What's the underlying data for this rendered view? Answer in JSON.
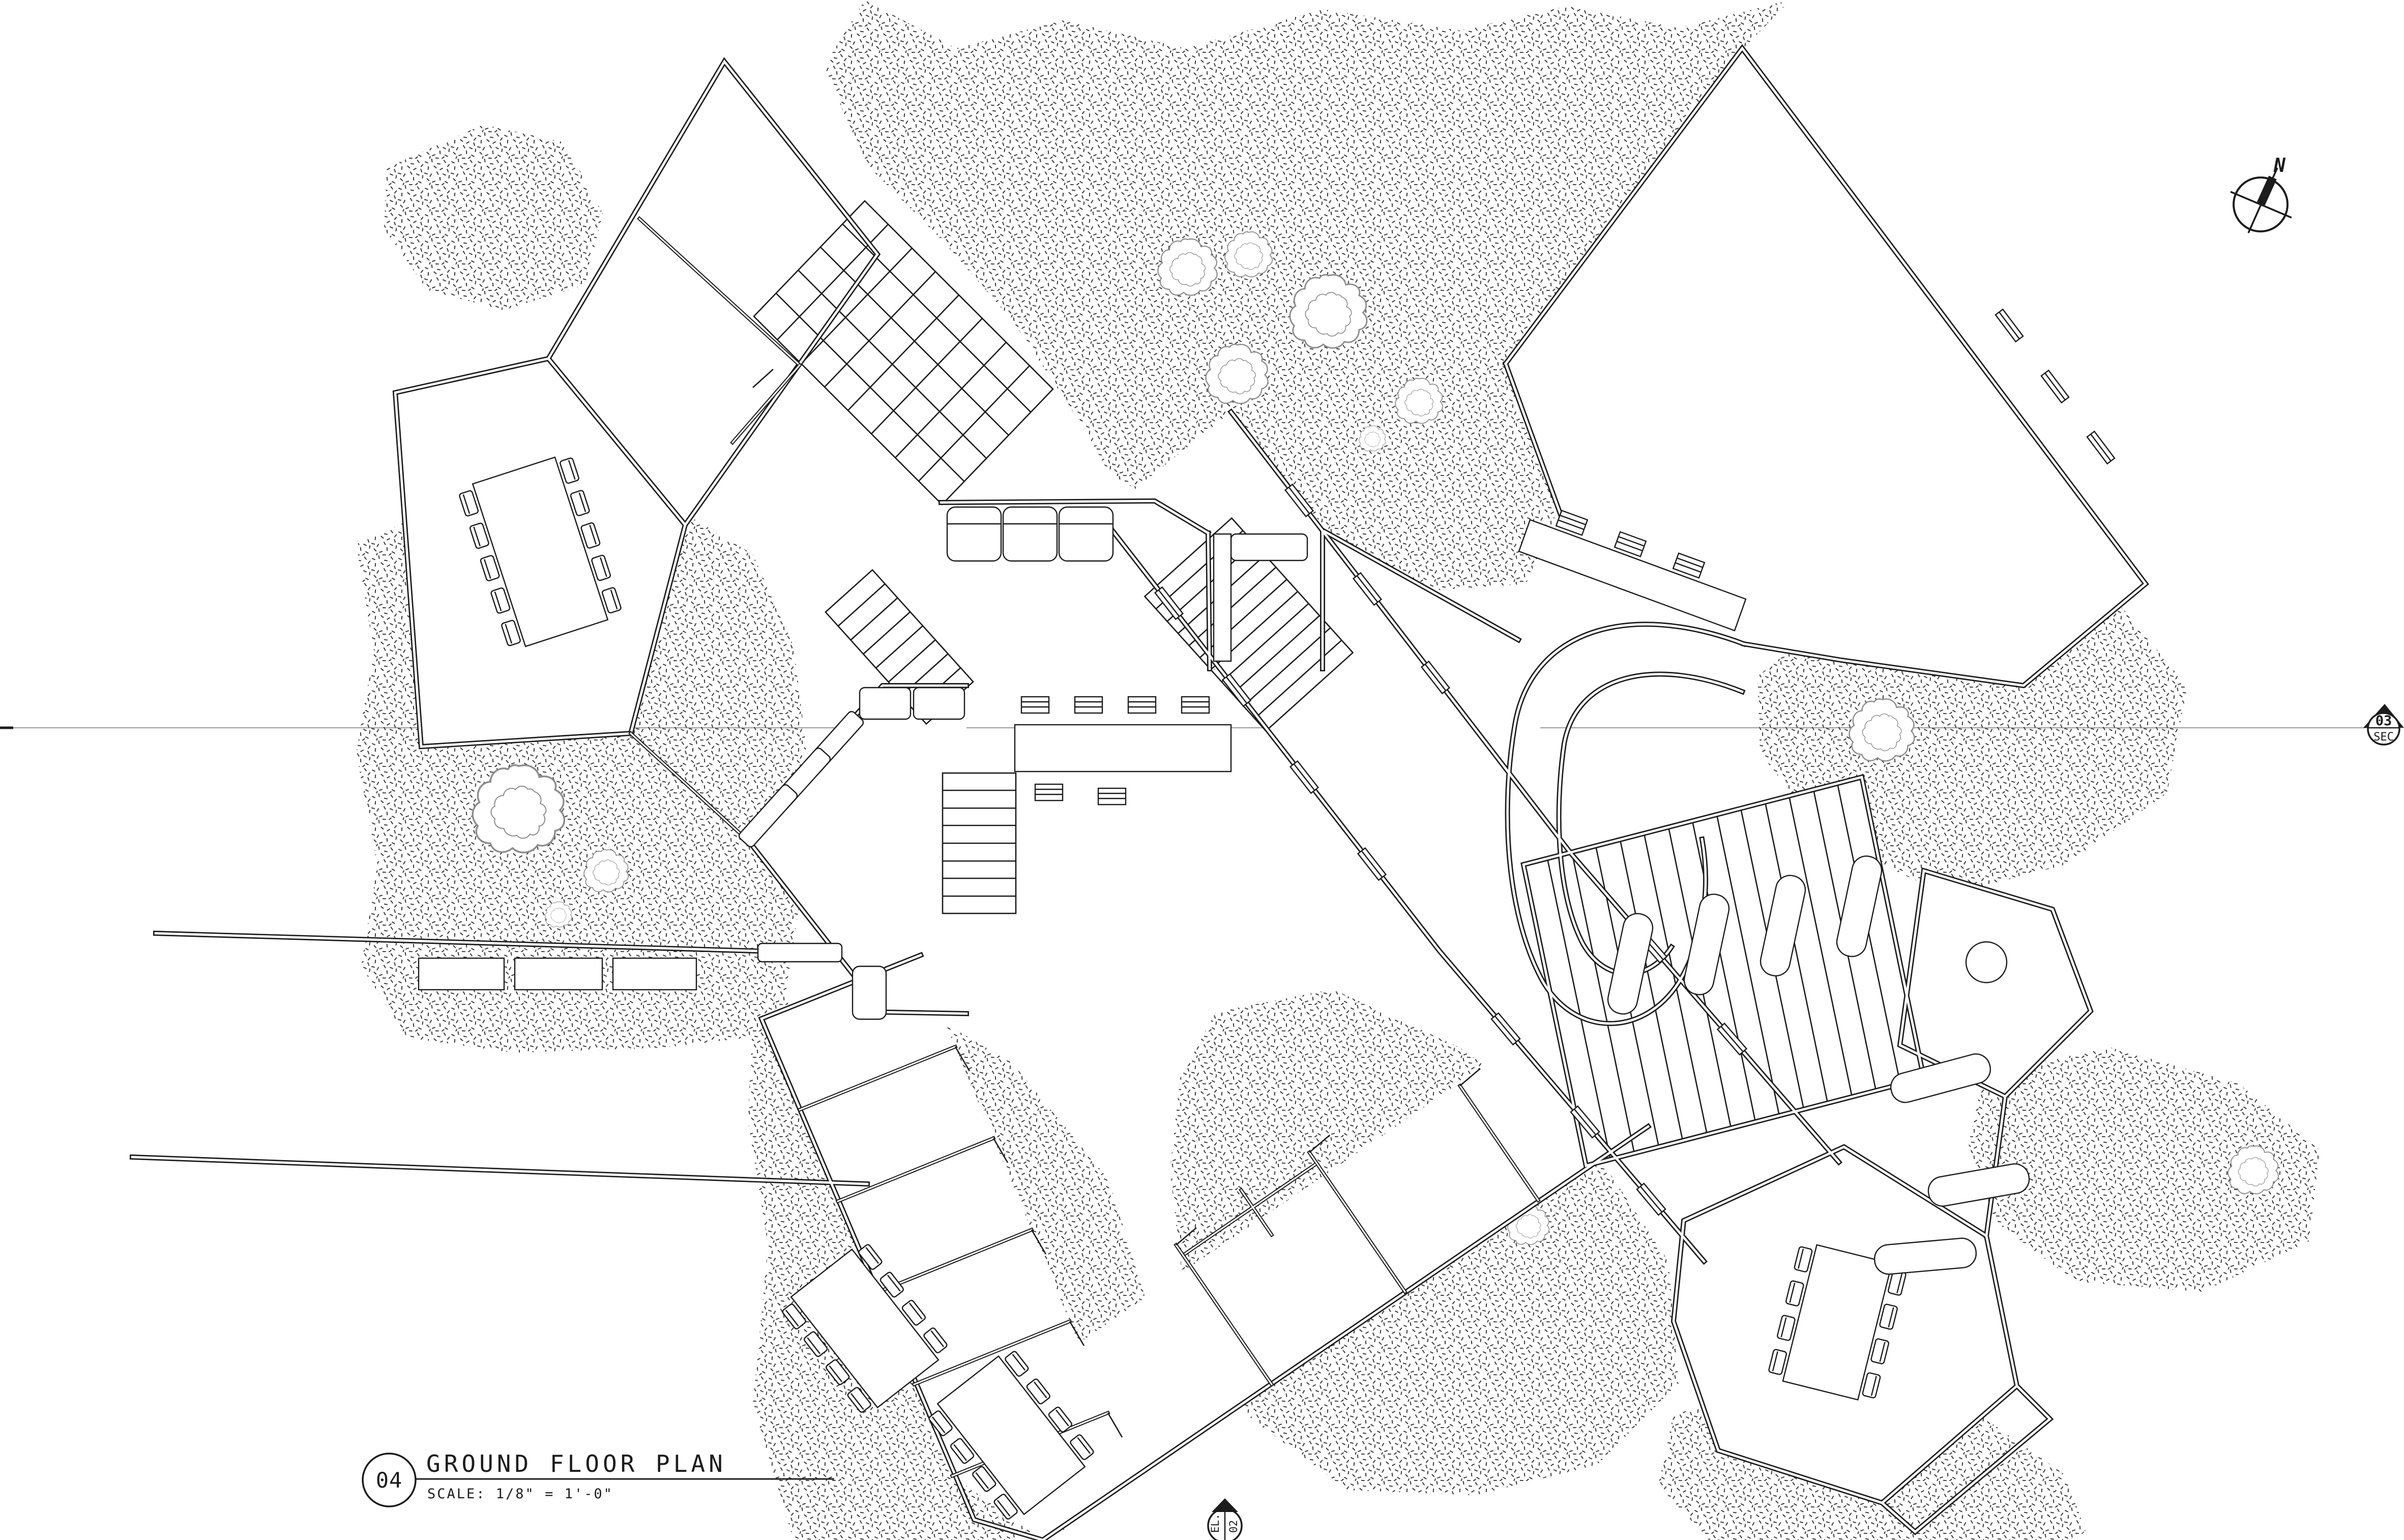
{
  "drawing": {
    "kind": "architectural ground floor plan, black line work on white sheet"
  },
  "title_block": {
    "detail_number": "04",
    "title": "GROUND FLOOR PLAN",
    "scale_note": "SCALE: 1/8\" = 1'-0\""
  },
  "north_arrow": {
    "label": "N"
  },
  "section_marker": {
    "number": "03",
    "label": "SEC"
  },
  "elevation_marker": {
    "number": "02",
    "label": "EL."
  },
  "colors": {
    "ink": "#1c1c1c",
    "paper": "#ffffff",
    "stipple": "#3a3a3a",
    "faint": "#9a9a9a",
    "treeline": "#8c8c8c"
  }
}
